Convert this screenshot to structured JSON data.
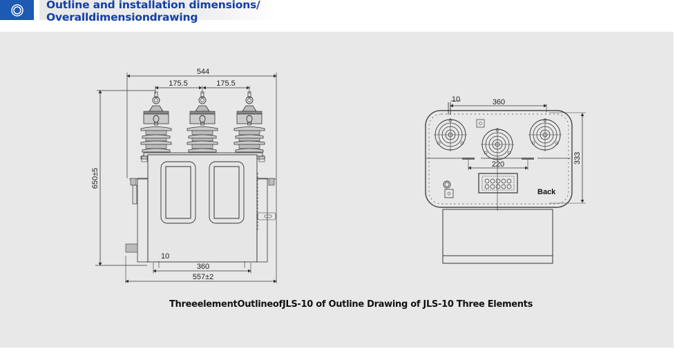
{
  "header": {
    "icon": "target-circle-icon",
    "title_line1": "Outline and installation dimensions/",
    "title_line2": "Overalldimensiondrawing",
    "accent_color": "#1d5ab4",
    "title_color": "#1240a8"
  },
  "drawing": {
    "front_view": {
      "overall_width_top": "544",
      "phase_spacing_left": "175.5",
      "phase_spacing_right": "175.5",
      "height": "650±5",
      "bolt_offset": "10",
      "mounting_span": "360",
      "base_width": "557±2"
    },
    "back_view": {
      "bolt_offset": "10",
      "mounting_span": "360",
      "center_span": "220",
      "height": "333",
      "label": "Back"
    }
  },
  "caption": "ThreeelementOutlineofJLS-10 of Outline Drawing of JLS-10 Three Elements"
}
